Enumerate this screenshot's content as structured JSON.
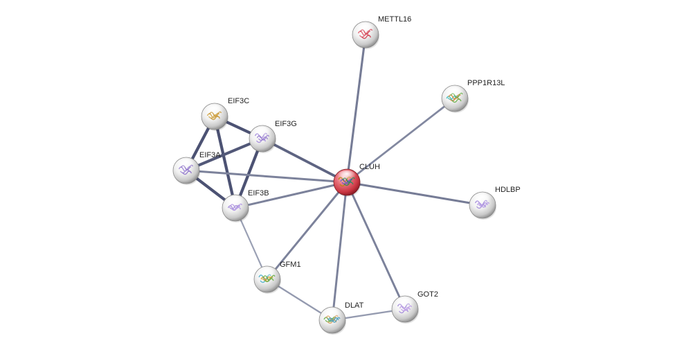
{
  "network": {
    "nodes": [
      {
        "id": "CLUH",
        "label": "CLUH",
        "query": true,
        "structure_colors": [
          "#b8860b",
          "#6a5acd",
          "#2e8b57"
        ]
      },
      {
        "id": "METTL16",
        "label": "METTL16",
        "query": false,
        "structure_colors": [
          "#e06070",
          "#d04050"
        ]
      },
      {
        "id": "PPP1R13L",
        "label": "PPP1R13L",
        "query": false,
        "structure_colors": [
          "#40c0c0",
          "#e08a3a",
          "#6ab04c"
        ]
      },
      {
        "id": "HDLBP",
        "label": "HDLBP",
        "query": false,
        "structure_colors": [
          "#a38bd9",
          "#b79ce6"
        ]
      },
      {
        "id": "EIF3C",
        "label": "EIF3C",
        "query": false,
        "structure_colors": [
          "#d4a84a",
          "#c89838"
        ]
      },
      {
        "id": "EIF3G",
        "label": "EIF3G",
        "query": false,
        "structure_colors": [
          "#a38bd9",
          "#9b82d1"
        ]
      },
      {
        "id": "EIF3A",
        "label": "EIF3A",
        "query": false,
        "structure_colors": [
          "#a38bd9",
          "#8f74c9"
        ]
      },
      {
        "id": "EIF3B",
        "label": "EIF3B",
        "query": false,
        "structure_colors": [
          "#a38bd9",
          "#b79ce6"
        ]
      },
      {
        "id": "GFM1",
        "label": "GFM1",
        "query": false,
        "structure_colors": [
          "#4ab0c8",
          "#e0a030",
          "#6ab04c"
        ]
      },
      {
        "id": "DLAT",
        "label": "DLAT",
        "query": false,
        "structure_colors": [
          "#6ab04c",
          "#d9a060",
          "#4aa0c0"
        ]
      },
      {
        "id": "GOT2",
        "label": "GOT2",
        "query": false,
        "structure_colors": [
          "#a38bd9",
          "#c0a0e8"
        ]
      }
    ],
    "edges": [
      {
        "source": "EIF3C",
        "target": "EIF3G",
        "strength": 0.95
      },
      {
        "source": "EIF3C",
        "target": "EIF3A",
        "strength": 0.95
      },
      {
        "source": "EIF3C",
        "target": "EIF3B",
        "strength": 0.95
      },
      {
        "source": "EIF3G",
        "target": "EIF3A",
        "strength": 0.9
      },
      {
        "source": "EIF3G",
        "target": "EIF3B",
        "strength": 0.95
      },
      {
        "source": "EIF3A",
        "target": "EIF3B",
        "strength": 0.95
      },
      {
        "source": "EIF3G",
        "target": "CLUH",
        "strength": 0.8
      },
      {
        "source": "EIF3A",
        "target": "CLUH",
        "strength": 0.55
      },
      {
        "source": "EIF3B",
        "target": "CLUH",
        "strength": 0.55
      },
      {
        "source": "METTL16",
        "target": "CLUH",
        "strength": 0.6
      },
      {
        "source": "PPP1R13L",
        "target": "CLUH",
        "strength": 0.5
      },
      {
        "source": "HDLBP",
        "target": "CLUH",
        "strength": 0.6
      },
      {
        "source": "GFM1",
        "target": "CLUH",
        "strength": 0.55
      },
      {
        "source": "DLAT",
        "target": "CLUH",
        "strength": 0.55
      },
      {
        "source": "GOT2",
        "target": "CLUH",
        "strength": 0.55
      },
      {
        "source": "EIF3B",
        "target": "GFM1",
        "strength": 0.3
      },
      {
        "source": "GFM1",
        "target": "DLAT",
        "strength": 0.35
      },
      {
        "source": "DLAT",
        "target": "GOT2",
        "strength": 0.35
      }
    ]
  }
}
